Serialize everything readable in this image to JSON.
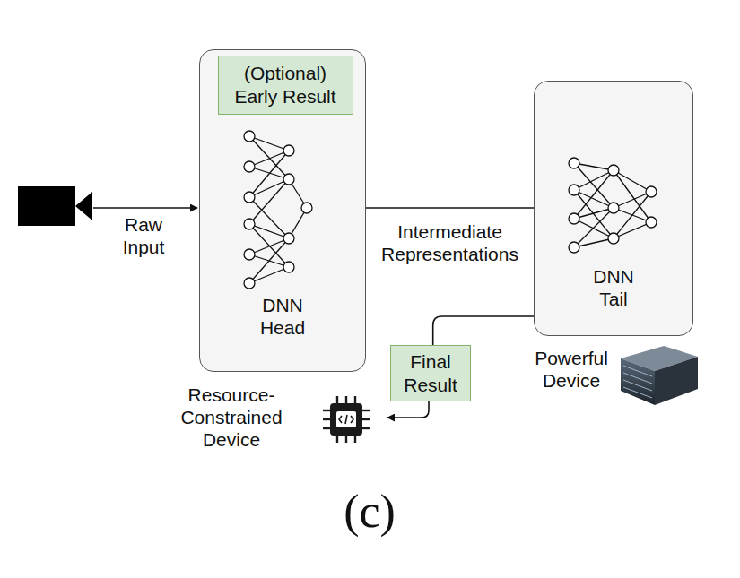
{
  "diagram": {
    "caption": "(c)",
    "nodes": [
      {
        "text": [
          "DNN Head"
        ]
      },
      {
        "text": [
          "(Optional) Early Result"
        ],
        "in": 0
      },
      {
        "text": [
          "DNN Tail"
        ]
      },
      {
        "text": [
          "Final Result"
        ]
      }
    ],
    "edges": [
      {
        "from": 0,
        "to": 1,
        "arrow": "to"
      },
      {
        "from": 0,
        "to": 2,
        "label": "Intermediate Representations",
        "arrow": "to"
      },
      {
        "from": 2,
        "to": 3,
        "arrow": "none"
      }
    ],
    "labels": [
      "Raw Input",
      "Resource-Constrained Device",
      "Powerful Device"
    ]
  }
}
